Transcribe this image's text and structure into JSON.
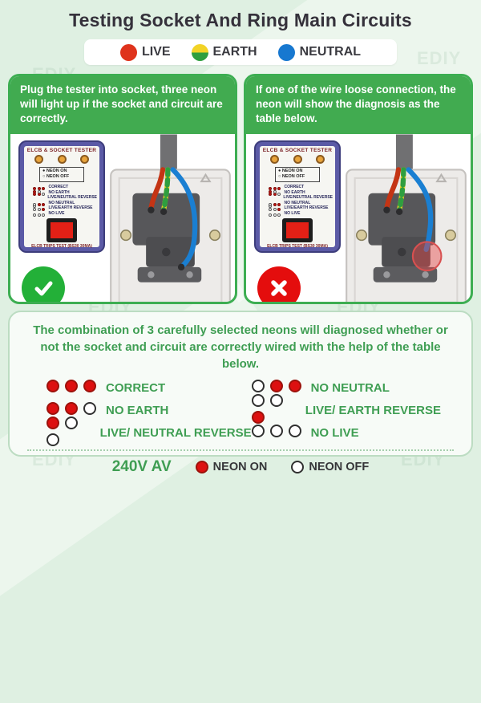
{
  "page": {
    "title": "Testing Socket And Ring Main Circuits",
    "watermark": "EDIY"
  },
  "legend": {
    "items": [
      {
        "label": "LIVE",
        "color": "#df331c"
      },
      {
        "label": "EARTH",
        "color_top": "#f2d326",
        "color_bottom": "#2f9e3f"
      },
      {
        "label": "NEUTRAL",
        "color": "#1778d0"
      }
    ]
  },
  "panels": {
    "left": {
      "header": "Plug the tester into socket, three neon will light up if the socket and circuit are correctly.",
      "badge": "check-icon"
    },
    "right": {
      "header": "If one of the wire loose connection, the neon will show the diagnosis as the table below.",
      "badge": "cross-icon"
    }
  },
  "tester": {
    "title": "ELCB & SOCKET TESTER",
    "legend_on": "● NEON ON",
    "legend_off": "○ NEON OFF",
    "rows": [
      {
        "dots": [
          "on",
          "on",
          "on"
        ],
        "label": "CORRECT"
      },
      {
        "dots": [
          "on",
          "on",
          "off"
        ],
        "label": "NO EARTH"
      },
      {
        "dots": [
          "on",
          "off",
          "off"
        ],
        "label": "LIVE/NEUTRAL REVERSE"
      },
      {
        "dots": [
          "off",
          "on",
          "on"
        ],
        "label": "NO NEUTRAL"
      },
      {
        "dots": [
          "off",
          "off",
          "on"
        ],
        "label": "LIVE/EARTH REVERSE"
      },
      {
        "dots": [
          "off",
          "off",
          "off"
        ],
        "label": "NO LIVE"
      }
    ],
    "footer": "ELCB TRIPS TEST (BS30 30MA)"
  },
  "info_panel": {
    "text": "The combination of 3 carefully selected neons will diagnosed whether or not the socket and circuit are correctly wired with the help of the table below.",
    "table": {
      "left": [
        {
          "dots": [
            "on",
            "on",
            "on"
          ],
          "label": "CORRECT"
        },
        {
          "dots": [
            "on",
            "on",
            "off"
          ],
          "label": "NO EARTH"
        },
        {
          "dots": [
            "on",
            "off",
            "off"
          ],
          "label": "LIVE/ NEUTRAL REVERSE"
        }
      ],
      "right": [
        {
          "dots": [
            "off",
            "on",
            "on"
          ],
          "label": "NO NEUTRAL"
        },
        {
          "dots": [
            "off",
            "off",
            "on"
          ],
          "label": "LIVE/ EARTH REVERSE"
        },
        {
          "dots": [
            "off",
            "off",
            "off"
          ],
          "label": "NO LIVE"
        }
      ]
    },
    "footer": {
      "voltage": "240V AV",
      "neon_on": "NEON ON",
      "neon_off": "NEON OFF"
    }
  },
  "colors": {
    "background": "#dff0e2",
    "accent_green": "#3dae52",
    "text_green": "#3f9e53",
    "neon_on_red": "#dd1010",
    "badge_green": "#23b038",
    "badge_red": "#e40d0d",
    "live_red": "#df331c",
    "earth_yellow": "#f2d326",
    "earth_green": "#2f9e3f",
    "neutral_blue": "#1778d0",
    "title_dark": "#35313b"
  }
}
